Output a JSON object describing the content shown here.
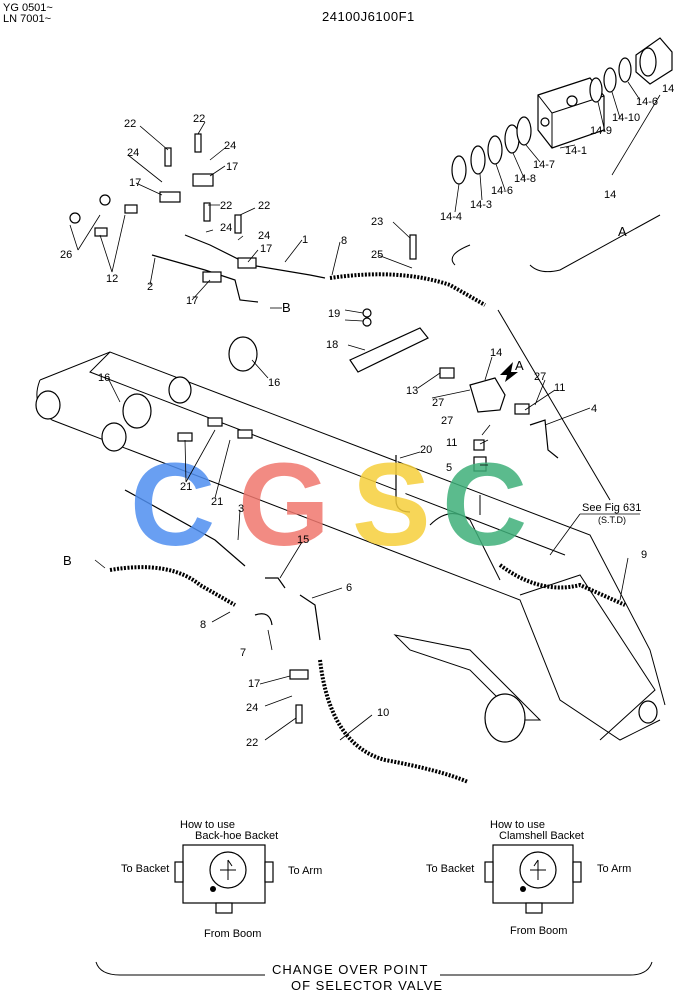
{
  "header": {
    "serial_line_1": "YG 0501~",
    "serial_line_2": "LN 7001~",
    "drawing_code": "24100J6100F1"
  },
  "watermark": {
    "letters": [
      "C",
      "G",
      "S",
      "C"
    ],
    "colors": [
      "#4f8ff0",
      "#f0776e",
      "#f6cf3c",
      "#3fb07a"
    ]
  },
  "callouts": {
    "c1": "1",
    "c2": "2",
    "c3": "3",
    "c4": "4",
    "c5": "5",
    "c6": "6",
    "c7": "7",
    "c8a": "8",
    "c8b": "8",
    "c9": "9",
    "c10": "10",
    "c11a": "11",
    "c11b": "11",
    "c12": "12",
    "c13": "13",
    "c14": "14",
    "c15": "15",
    "c16a": "16",
    "c16b": "16",
    "c17a": "17",
    "c17b": "17",
    "c17c": "17",
    "c17d": "17",
    "c17e": "17",
    "c18": "18",
    "c19": "19",
    "c20": "20",
    "c21a": "21",
    "c21b": "21",
    "c22a": "22",
    "c22b": "22",
    "c22c": "22",
    "c22d": "22",
    "c22e": "22",
    "c23": "23",
    "c24a": "24",
    "c24b": "24",
    "c24c": "24",
    "c24d": "24",
    "c24e": "24",
    "c25": "25",
    "c26": "26",
    "c27a": "27",
    "c27b": "27",
    "c27c": "27",
    "markerA1": "A",
    "markerA2": "A",
    "markerB1": "B",
    "markerB2": "B"
  },
  "detail_a_labels": {
    "p14_1": "14-1",
    "p14_3": "14-3",
    "p14_4": "14-4",
    "p14_6a": "14-6",
    "p14_6b": "14-6",
    "p14_7": "14-7",
    "p14_8": "14-8",
    "p14_9": "14-9",
    "p14_10": "14-10",
    "p14": "14",
    "p14_edge": "14"
  },
  "fig_reference": {
    "text": "See Fig 631",
    "sub": "(S.T.D)"
  },
  "valve_left": {
    "title_line_1": "How to use",
    "title_line_2": "Back-hoe Backet",
    "left_port": "To Backet",
    "right_port": "To Arm",
    "bottom_port": "From Boom"
  },
  "valve_right": {
    "title_line_1": "How to use",
    "title_line_2": "Clamshell Backet",
    "left_port": "To Backet",
    "right_port": "To Arm",
    "bottom_port": "From Boom"
  },
  "caption": {
    "line_1": "CHANGE OVER POINT",
    "line_2": "OF SELECTOR VALVE"
  }
}
